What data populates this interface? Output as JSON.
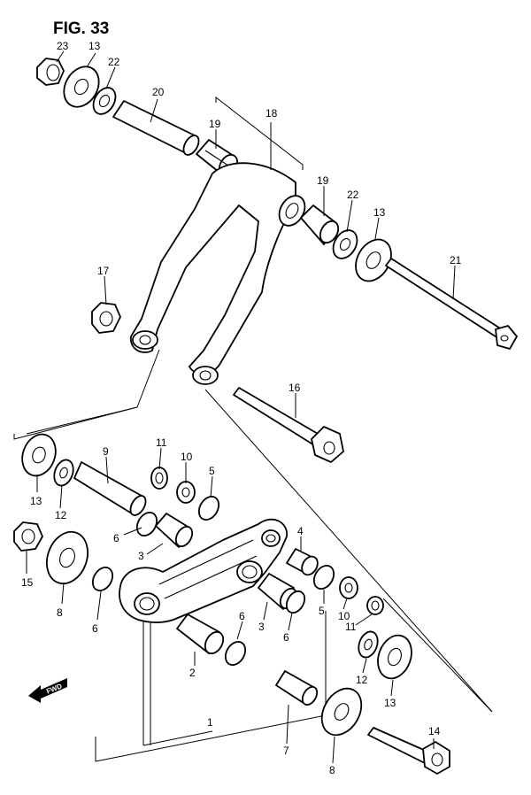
{
  "figure": {
    "title": "FIG. 33",
    "fwd_label": "FWD"
  },
  "callouts": [
    {
      "id": "c23a",
      "num": "23"
    },
    {
      "id": "c13a",
      "num": "13"
    },
    {
      "id": "c22a",
      "num": "22"
    },
    {
      "id": "c20",
      "num": "20"
    },
    {
      "id": "c18",
      "num": "18"
    },
    {
      "id": "c19a",
      "num": "19"
    },
    {
      "id": "c19b",
      "num": "19"
    },
    {
      "id": "c22b",
      "num": "22"
    },
    {
      "id": "c13b",
      "num": "13"
    },
    {
      "id": "c21",
      "num": "21"
    },
    {
      "id": "c17",
      "num": "17"
    },
    {
      "id": "c16",
      "num": "16"
    },
    {
      "id": "c9",
      "num": "9"
    },
    {
      "id": "c11a",
      "num": "11"
    },
    {
      "id": "c10a",
      "num": "10"
    },
    {
      "id": "c5a",
      "num": "5"
    },
    {
      "id": "c13c",
      "num": "13"
    },
    {
      "id": "c12a",
      "num": "12"
    },
    {
      "id": "c6a",
      "num": "6"
    },
    {
      "id": "c3a",
      "num": "3"
    },
    {
      "id": "c4",
      "num": "4"
    },
    {
      "id": "c15",
      "num": "15"
    },
    {
      "id": "c8a",
      "num": "8"
    },
    {
      "id": "c6b",
      "num": "6"
    },
    {
      "id": "c3b",
      "num": "3"
    },
    {
      "id": "c6c",
      "num": "6"
    },
    {
      "id": "c5b",
      "num": "5"
    },
    {
      "id": "c10b",
      "num": "10"
    },
    {
      "id": "c11b",
      "num": "11"
    },
    {
      "id": "c6d",
      "num": "6"
    },
    {
      "id": "c2",
      "num": "2"
    },
    {
      "id": "c12b",
      "num": "12"
    },
    {
      "id": "c13d",
      "num": "13"
    },
    {
      "id": "c1",
      "num": "1"
    },
    {
      "id": "c7",
      "num": "7"
    },
    {
      "id": "c8b",
      "num": "8"
    },
    {
      "id": "c14",
      "num": "14"
    }
  ]
}
